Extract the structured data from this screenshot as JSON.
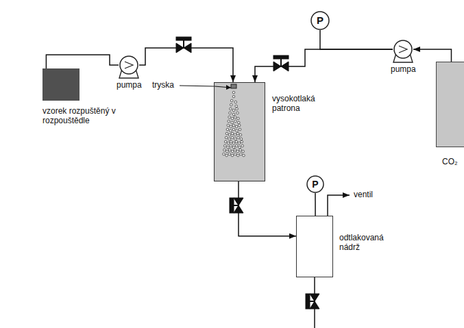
{
  "diagram": {
    "nodes": [
      {
        "text": [
          "vzorek rozpuštěný v rozpouštědle"
        ]
      },
      {
        "text": [
          "pumpa"
        ]
      },
      {
        "text": [
          "P"
        ]
      },
      {
        "text": [
          "pumpa"
        ]
      },
      {
        "text": [
          "vysokotlaká patrona"
        ]
      },
      {
        "text": [
          "CO₂"
        ]
      },
      {
        "text": [
          "P"
        ]
      },
      {
        "text": [
          "odtlakovaná nádrž"
        ]
      }
    ],
    "edges": [
      {
        "from": 0,
        "to": 1,
        "arrow": "none"
      },
      {
        "from": 1,
        "to": 4,
        "arrow": "to"
      },
      {
        "from": 5,
        "to": 3,
        "arrow": "to"
      },
      {
        "from": 3,
        "to": 4,
        "arrow": "to"
      },
      {
        "from": 2,
        "to": 3,
        "arrow": "none"
      },
      {
        "from": 4,
        "to": 7,
        "arrow": "to"
      },
      {
        "from": 6,
        "to": 7,
        "arrow": "none"
      }
    ],
    "labels": [
      "tryska",
      "ventil"
    ]
  }
}
